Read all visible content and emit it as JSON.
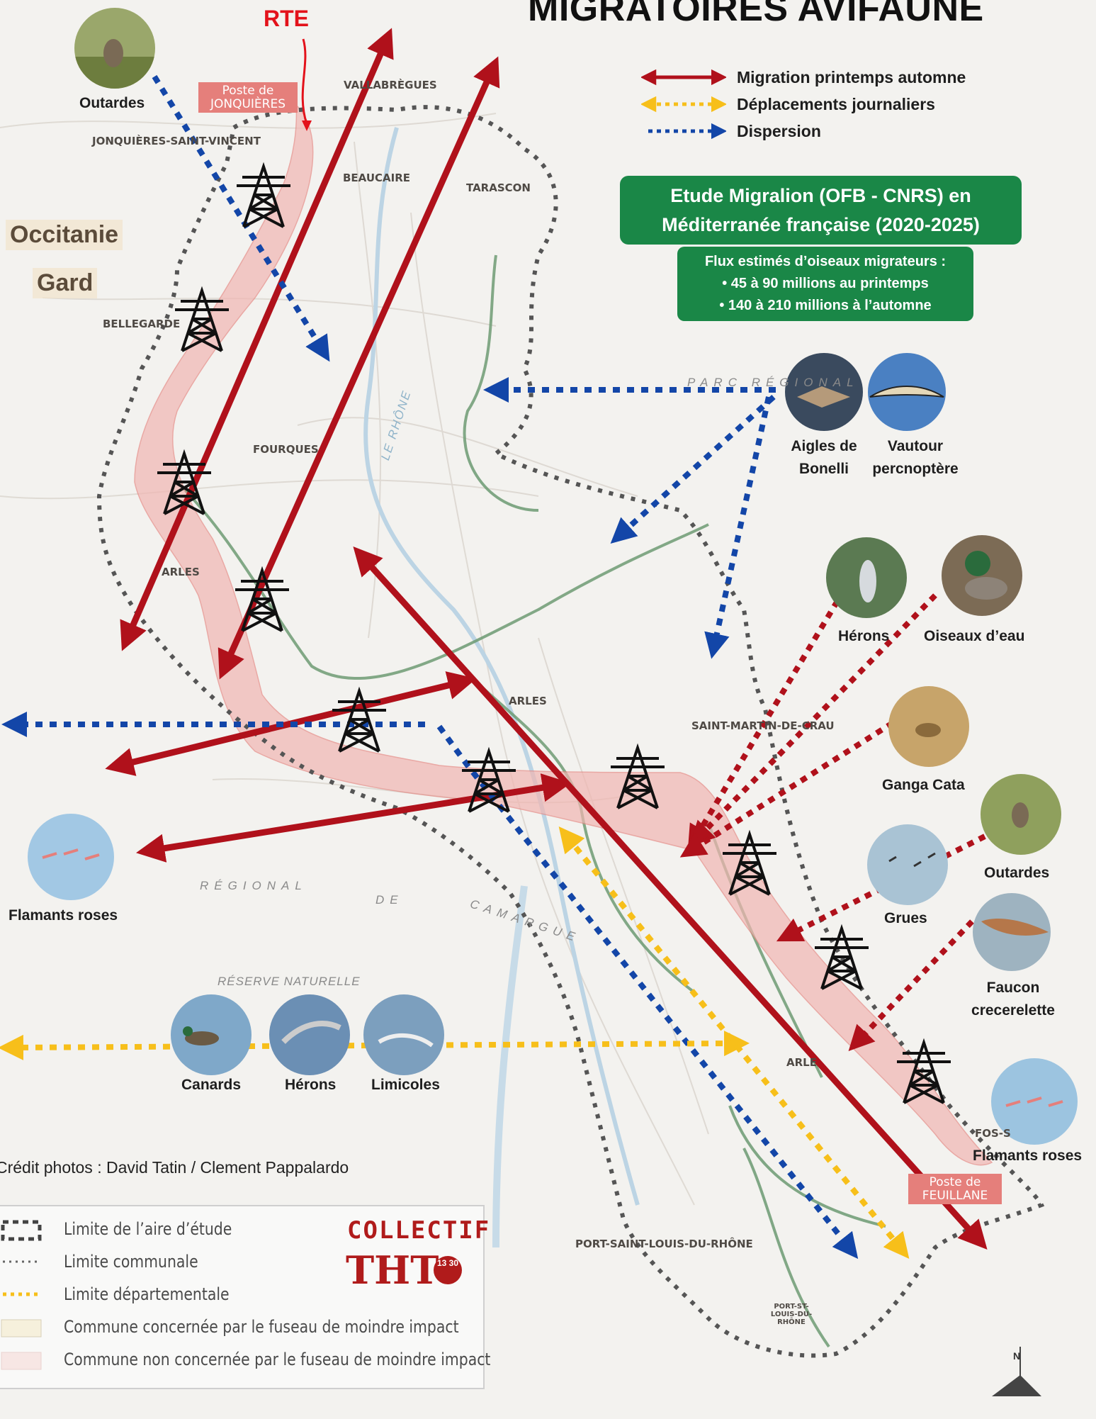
{
  "title": "MIGRATOIRES AVIFAUNE",
  "rte_label": "RTE",
  "regions": {
    "occitanie": "Occitanie",
    "gard": "Gard"
  },
  "legend": {
    "migration": "Migration printemps automne",
    "daily": "Déplacements journaliers",
    "dispersion": "Dispersion"
  },
  "study": {
    "title": "Etude Migralion (OFB - CNRS) en Méditerranée française (2020-2025)",
    "flux_title": "Flux estimés d’oiseaux migrateurs :",
    "flux_spring": "• 45 à 90 millions au printemps",
    "flux_autumn": "• 140 à 210 millions à l’automne"
  },
  "birds": {
    "outardes_top": "Outardes",
    "aigles": "Aigles de Bonelli",
    "vautour": "Vautour percnoptère",
    "herons_right": "Hérons",
    "oiseaux_eau": "Oiseaux d’eau",
    "ganga": "Ganga Cata",
    "outardes_right": "Outardes",
    "grues": "Grues",
    "faucon": "Faucon crecerelette",
    "flamants_right": "Flamants roses",
    "flamants_left": "Flamants roses",
    "canards": "Canards",
    "herons_bottom": "Hérons",
    "limicoles": "Limicoles"
  },
  "credit": "Crédit photos : David Tatin  / Clement Pappalardo",
  "map_legend": {
    "study_limit": "Limite de l’aire d’étude",
    "communal_limit": "Limite communale",
    "dept_limit": "Limite départementale",
    "commune_concerned": "Commune concernée par le fuseau de moindre impact",
    "commune_not_concerned": "Commune non concernée par le fuseau de moindre impact"
  },
  "logo": {
    "collectif": "COLLECTIF",
    "tht": "THT",
    "badge": "13 30"
  },
  "places": {
    "vallabregues": "VALLABRÈGUES",
    "jonquieres_svincent": "JONQUIÈRES-SAINT-VINCENT",
    "beaucaire": "BEAUCAIRE",
    "tarascon": "TARASCON",
    "bellegarde": "BELLEGARDE",
    "fourques": "FOURQUES",
    "arles_left": "ARLES",
    "arles_center": "ARLES",
    "saint_martin": "SAINT-MARTIN-DE-CRAU",
    "arles_lower": "ARLE",
    "fos": "FOS-S",
    "port_saint_louis": "PORT-SAINT-LOUIS-DU-RHÔNE",
    "port_sl_small": "PORT-ST-LOUIS-DU-RHÔNE"
  },
  "postes": {
    "jonquieres": "Poste de JONQUIÈRES",
    "feuillane": "Poste de FEUILLANE"
  },
  "map_text": {
    "parc_regional_top": "PARC     RÉGIONAL",
    "regional_left": "RÉGIONAL",
    "de": "DE",
    "camargue": "CAMARGUE",
    "reserve": "RÉSERVE NATURELLE",
    "le_rhone": "LE RHÔNE",
    "north": "N"
  },
  "colors": {
    "migration": "#b0111b",
    "daily": "#f7bf1a",
    "dispersion": "#1346a8",
    "green_box": "#1a8747",
    "corridor": "#f1b6b2"
  }
}
